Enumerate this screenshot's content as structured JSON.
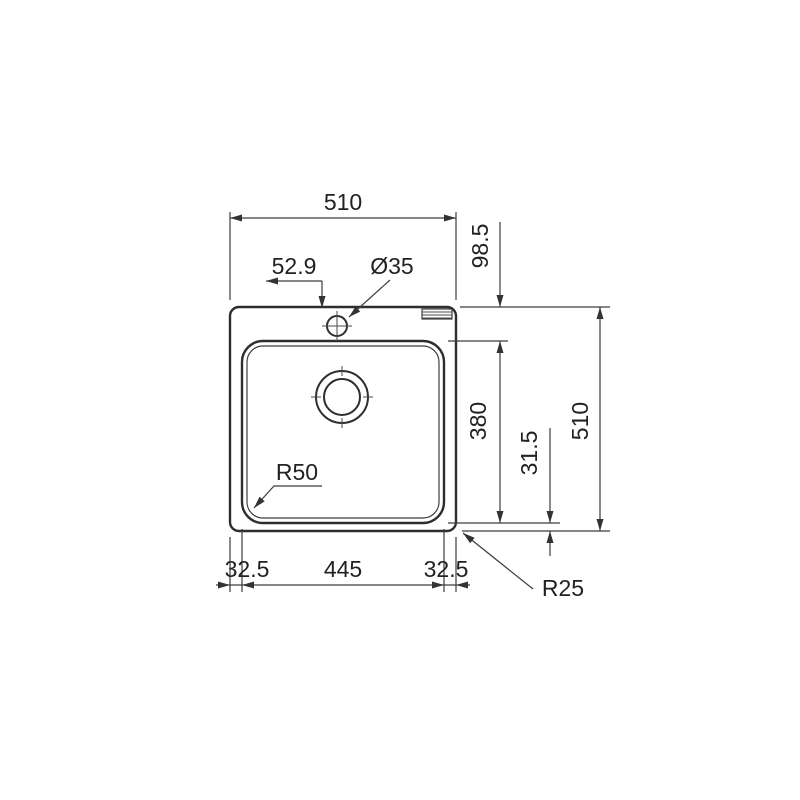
{
  "drawing": {
    "name": "sink-installation-drawing",
    "dim_labels": {
      "overall_width": "510",
      "tap_offset": "52.9",
      "tap_hole_dia": "Ø35",
      "rim_band": "98.5",
      "bowl_front_back": "380",
      "bottom_band": "31.5",
      "overall_height": "510",
      "left_margin": "32.5",
      "bowl_width": "445",
      "right_margin": "32.5",
      "bowl_radius": "R50",
      "corner_radius": "R25"
    },
    "colors": {
      "line": "#2e2e2e",
      "dimension": "#3c3c3c",
      "background": "#ffffff"
    }
  }
}
